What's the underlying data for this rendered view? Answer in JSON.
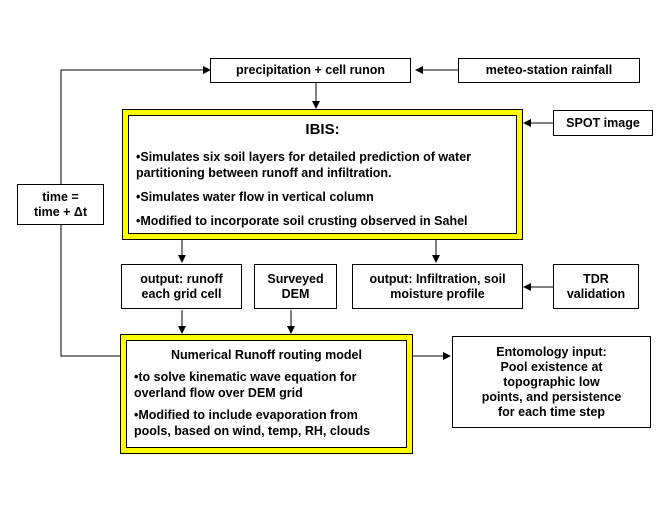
{
  "boxes": {
    "precip": {
      "text": "precipitation + cell runon"
    },
    "meteo": {
      "text": "meteo-station rainfall"
    },
    "spot": {
      "text": "SPOT image"
    },
    "time": {
      "line1": "time =",
      "line2": "time + Δt"
    },
    "output_runoff": {
      "line1": "output: runoff",
      "line2": "each grid cell"
    },
    "dem": {
      "line1": "Surveyed",
      "line2": "DEM"
    },
    "output_infil": {
      "line1": "output: Infiltration, soil",
      "line2": "moisture profile"
    },
    "tdr": {
      "line1": "TDR",
      "line2": "validation"
    },
    "entomology": {
      "line1": "Entomology input:",
      "line2": "Pool existence at",
      "line3": "topographic low",
      "line4": "points, and persistence",
      "line5": "for each time step"
    }
  },
  "ibis": {
    "title": "IBIS:",
    "b1a": "•Simulates six soil layers for detailed prediction of water",
    "b1b": "partitioning between runoff and infiltration.",
    "b2": "•Simulates water flow in vertical column",
    "b3": "•Modified to incorporate soil crusting observed in Sahel"
  },
  "runoff_model": {
    "title": "Numerical Runoff routing model",
    "b1a": "•to solve kinematic wave equation for",
    "b1b": "overland flow over DEM grid",
    "b2a": "•Modified to include evaporation from",
    "b2b": "pools, based on wind, temp, RH, clouds"
  },
  "colors": {
    "highlight_border": "#ffff00",
    "line": "#000000"
  }
}
